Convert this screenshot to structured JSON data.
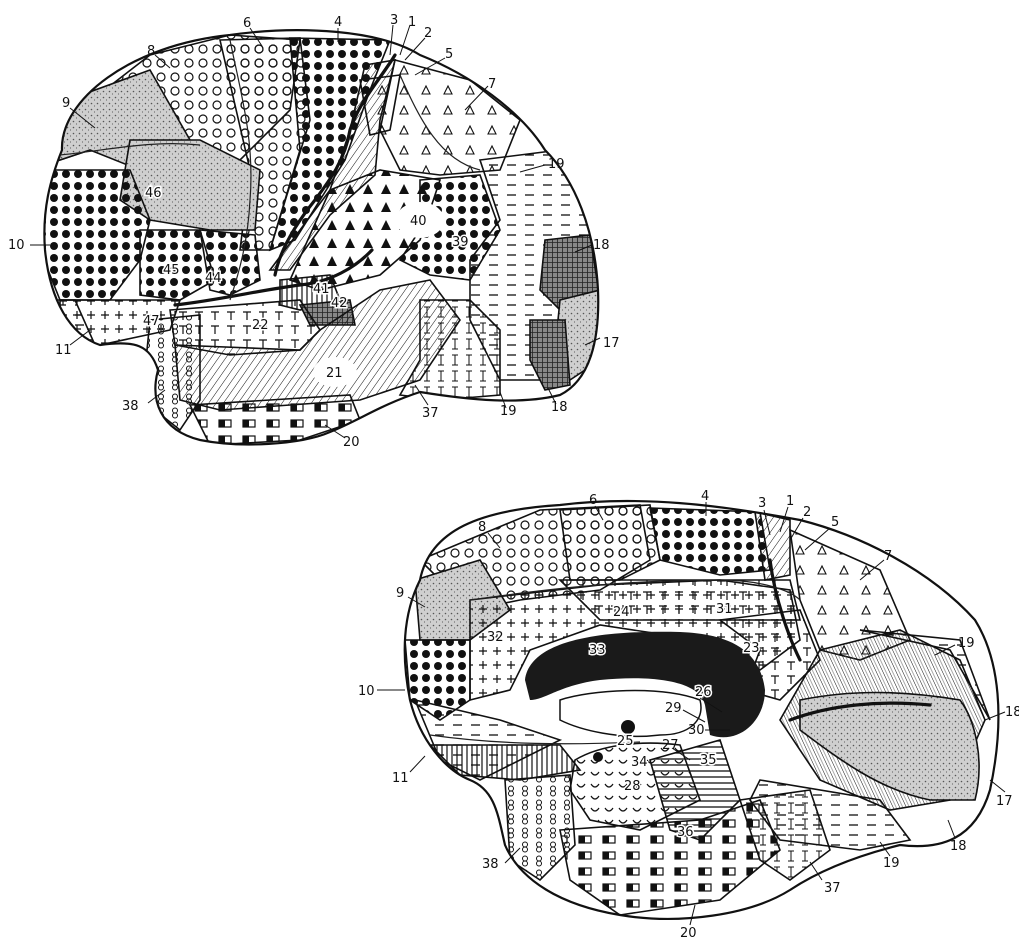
{
  "colors": {
    "ink": "#111111",
    "paper": "#ffffff",
    "stipple": "#9a9a9a"
  },
  "lateral_view": {
    "labels": [
      "1",
      "2",
      "3",
      "4",
      "5",
      "6",
      "7",
      "8",
      "9",
      "10",
      "11",
      "17",
      "18",
      "18",
      "19",
      "19",
      "20",
      "21",
      "22",
      "37",
      "38",
      "39",
      "40",
      "41",
      "42",
      "44",
      "45",
      "46",
      "47"
    ]
  },
  "medial_view": {
    "labels": [
      "1",
      "2",
      "3",
      "4",
      "5",
      "6",
      "7",
      "8",
      "9",
      "10",
      "11",
      "17",
      "18",
      "18",
      "19",
      "19",
      "20",
      "23",
      "24",
      "25",
      "26",
      "27",
      "28",
      "29",
      "30",
      "31",
      "32",
      "33",
      "34",
      "35",
      "36",
      "37",
      "38"
    ]
  }
}
